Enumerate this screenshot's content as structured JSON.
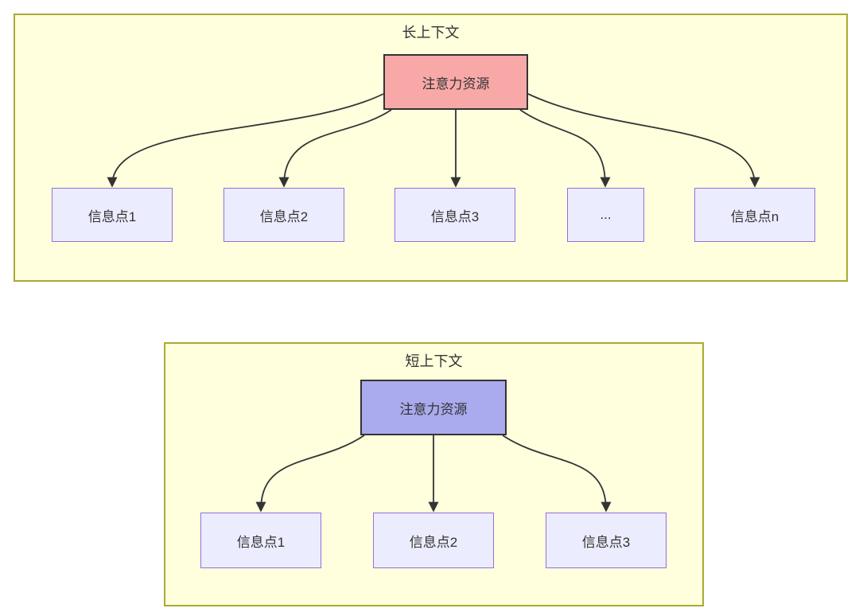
{
  "diagram": {
    "long_context": {
      "title": "长上下文",
      "attention_label": "注意力资源",
      "nodes": [
        "信息点1",
        "信息点2",
        "信息点3",
        "...",
        "信息点n"
      ]
    },
    "short_context": {
      "title": "短上下文",
      "attention_label": "注意力资源",
      "nodes": [
        "信息点1",
        "信息点2",
        "信息点3"
      ]
    },
    "colors": {
      "cluster_fill": "#ffffde",
      "cluster_border": "#aaaa33",
      "node_fill": "#ececff",
      "node_border": "#9370db",
      "attention_long_fill": "#f9a8a8",
      "attention_short_fill": "#aaaaee",
      "attention_border": "#333333",
      "edge": "#333333",
      "text": "#333333"
    }
  }
}
